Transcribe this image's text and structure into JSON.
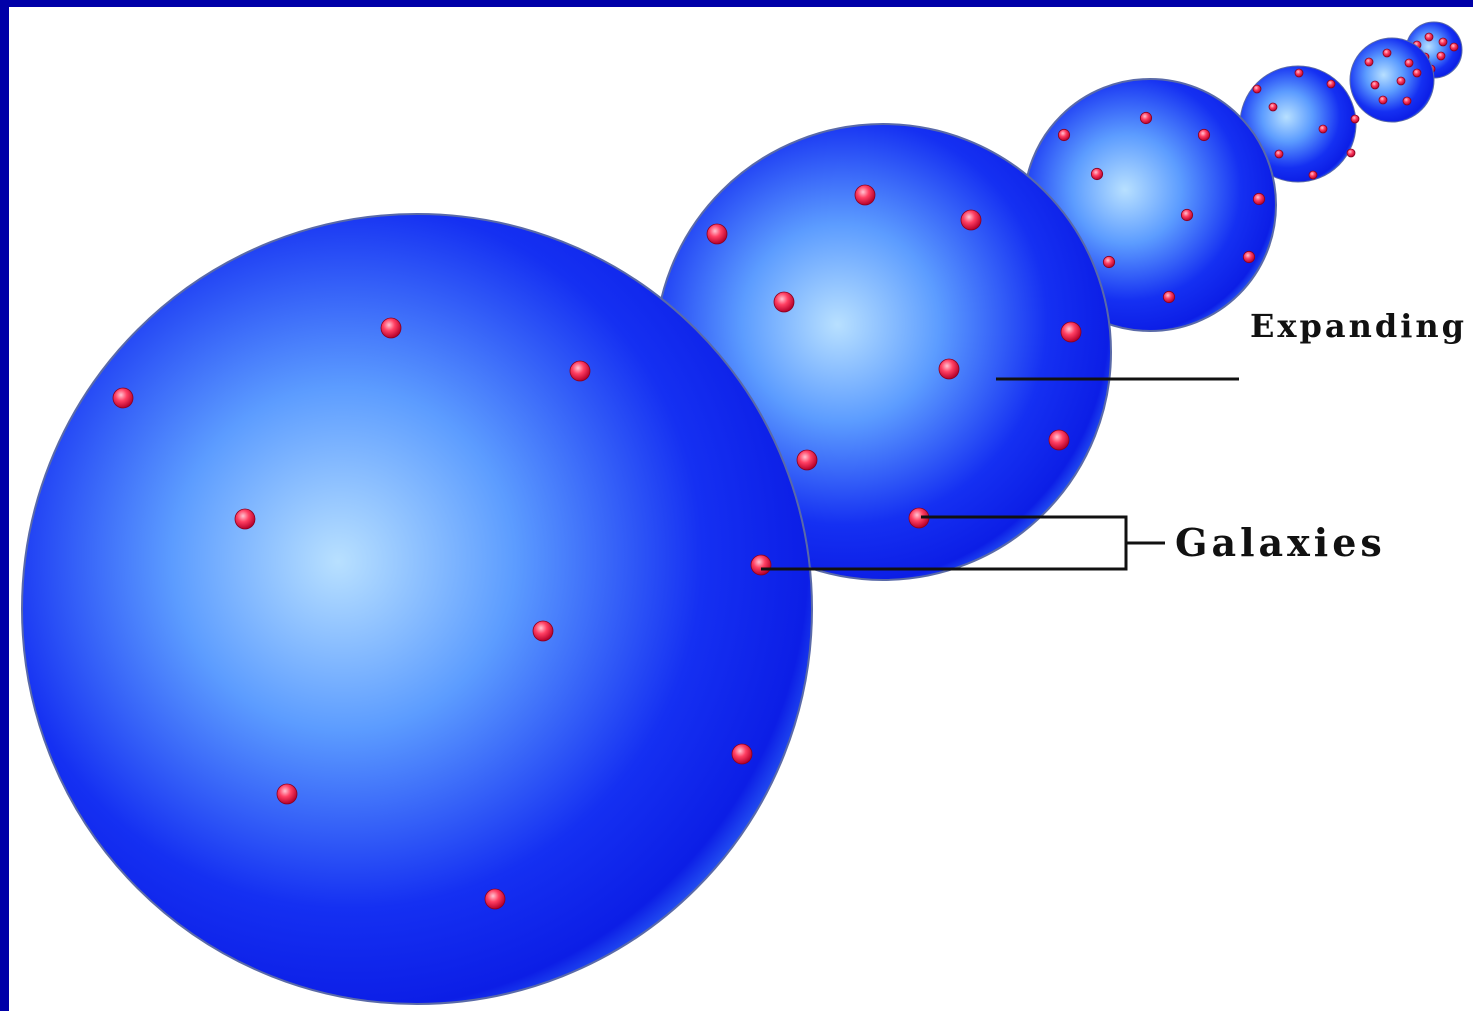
{
  "labels": {
    "expanding_universe": "Expanding universe",
    "galaxies": "Galaxies"
  },
  "colors": {
    "border": "#0000a8",
    "background": "#ffffff",
    "sphere_dark": "#0a18e6",
    "sphere_light": "#a8d6ff",
    "galaxy_dot": "#ff3f62"
  },
  "diagram": {
    "sphere_count": 6,
    "galaxy_icon": "red-dot"
  }
}
